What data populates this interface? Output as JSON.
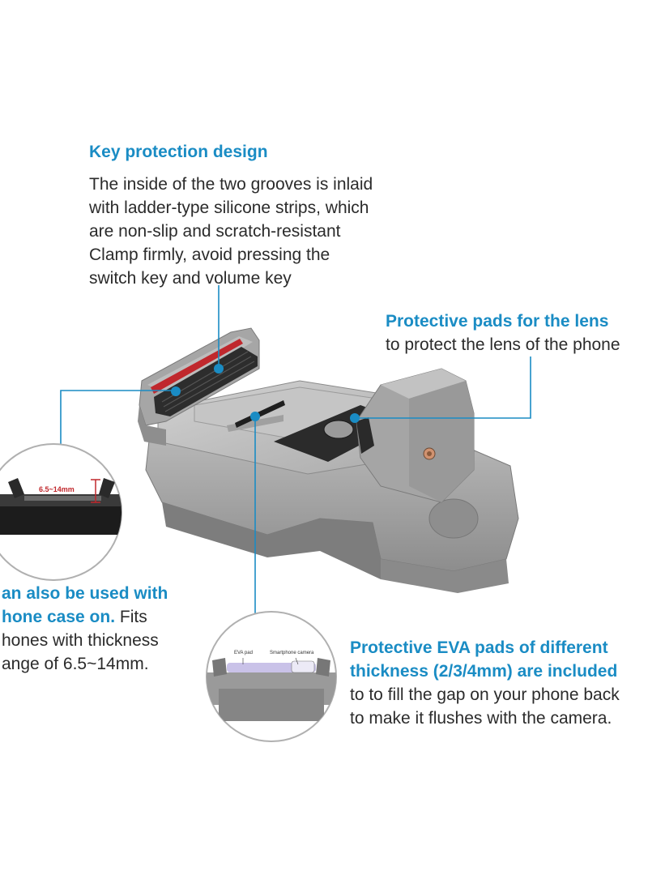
{
  "key_protection": {
    "title": "Key protection design",
    "lines": [
      "The inside of the two grooves is inlaid",
      "with ladder-type silicone strips, which",
      "are non-slip and scratch-resistant",
      "Clamp firmly, avoid pressing the",
      "switch key and volume key"
    ]
  },
  "lens_pads": {
    "title": "Protective pads for the lens",
    "line": "to protect the lens of the phone"
  },
  "case_note": {
    "title": "an also be used with",
    "title2": "hone case on.",
    "title2_tail": " Fits",
    "lines": [
      "hones with thickness",
      "ange of 6.5~14mm."
    ]
  },
  "eva_pads": {
    "title_lines": [
      "Protective EVA pads of different",
      "thickness (2/3/4mm) are included"
    ],
    "lines": [
      "to  to fill the gap on your phone back",
      "to make it flushes with the camera."
    ]
  },
  "inset_left": {
    "dimension": "6.5~14mm"
  },
  "inset_bottom": {
    "label_left": "EVA pad",
    "label_right": "Smartphone camera"
  },
  "colors": {
    "accent": "#1a8cc4",
    "text": "#2b2b2b",
    "clamp": "#9a9a9a",
    "silicone": "#c0282d"
  }
}
